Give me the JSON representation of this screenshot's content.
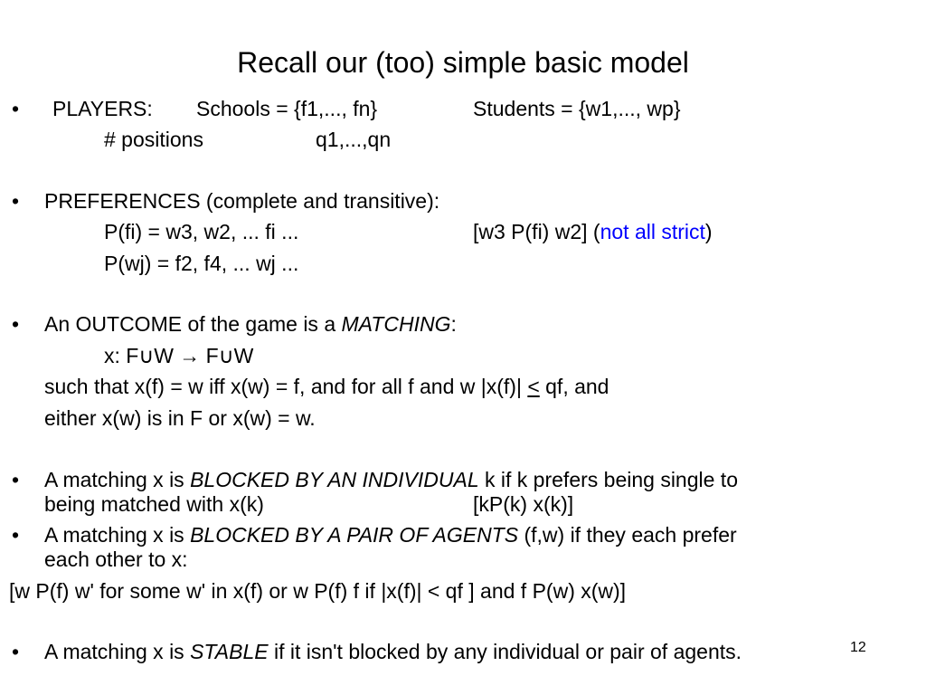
{
  "title": "Recall our (too) simple basic model",
  "bullet": "•",
  "players": {
    "label": "PLAYERS:",
    "schools": "Schools = {f1,..., fn}",
    "students": "Students = {w1,..., wp}",
    "positions_label": "# positions",
    "positions_value": "q1,...,qn"
  },
  "preferences": {
    "heading": "PREFERENCES (complete and transitive):",
    "line1": "P(fi) = w3, w2, ... fi ...",
    "line1_note": "[w3 P(fi) w2]  (",
    "line1_note_highlight": "not all strict",
    "line1_note_end": ")",
    "line2": "P(wj) = f2, f4, ... wj ..."
  },
  "outcome": {
    "prefix": "An OUTCOME of the game is a ",
    "emph": "MATCHING",
    "suffix": ":",
    "map_prefix": "x:  F",
    "cup1": "∪",
    "map_mid": "W ",
    "arrow": "→",
    "map_f": "  F",
    "cup2": "∪",
    "map_end": "W",
    "line3_prefix": "such that x(f) = w iff x(w) = f, and for all f and w |x(f)| ",
    "line3_leq": "<",
    "line3_suffix": " qf, and",
    "line4": "either x(w) is in F or x(w) = w."
  },
  "blocked_individual": {
    "prefix": "A matching x is ",
    "emph": "BLOCKED BY AN INDIVIDUAL",
    "suffix": " k if k prefers being single to",
    "line2": "being matched with x(k)",
    "line2_note": "[kP(k) x(k)]"
  },
  "blocked_pair": {
    "prefix": "A matching x is ",
    "emph": "BLOCKED BY A PAIR OF AGENTS",
    "suffix": " (f,w) if they each prefer",
    "line2": "each other to x:",
    "condition": "[w P(f) w' for some w' in x(f) or   w P(f) f if |x(f)| < qf ] and  f P(w) x(w)]"
  },
  "stable": {
    "prefix": "A matching x is ",
    "emph": "STABLE",
    "suffix": " if it isn't blocked by any individual or pair of agents."
  },
  "slide_number": "12"
}
